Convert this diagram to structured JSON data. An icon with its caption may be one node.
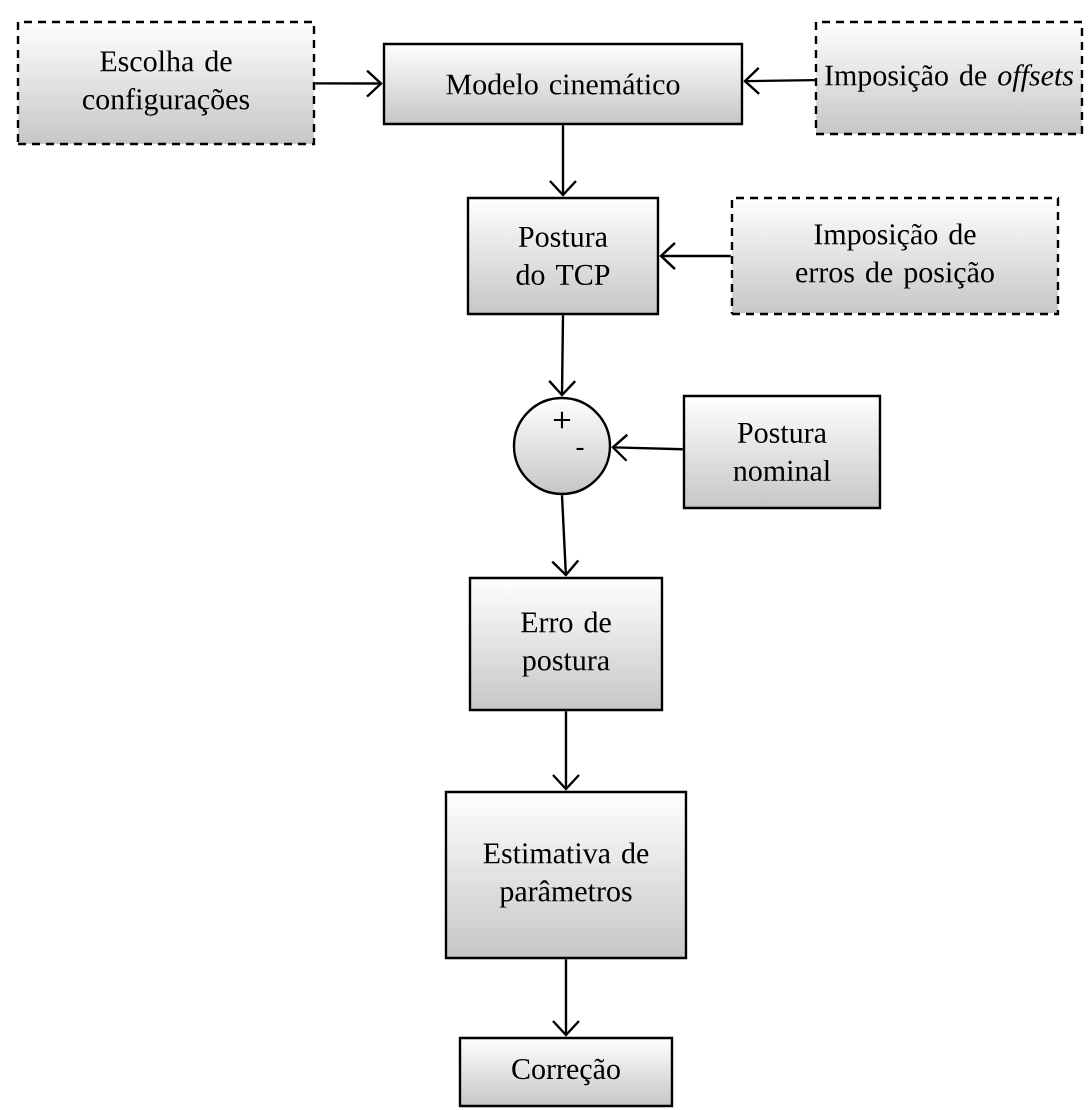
{
  "diagram": {
    "nodes": [
      {
        "text": [
          "Escolha de configurações"
        ]
      },
      {
        "text": [
          "Modelo cinemático"
        ]
      },
      {
        "text": [
          "Imposição de *offsets*"
        ]
      },
      {
        "text": [
          "Postura do TCP"
        ]
      },
      {
        "text": [
          "Imposição de erros de posição"
        ]
      },
      {
        "text": [
          "+",
          "-"
        ]
      },
      {
        "text": [
          "Postura nominal"
        ]
      },
      {
        "text": [
          "Erro de postura"
        ]
      },
      {
        "text": [
          "Estimativa de parâmetros"
        ]
      },
      {
        "text": [
          "Correção"
        ]
      }
    ],
    "edges": [
      {
        "from": 0,
        "to": 1,
        "arrow": "to"
      },
      {
        "from": 2,
        "to": 1,
        "arrow": "to"
      },
      {
        "from": 1,
        "to": 3,
        "arrow": "to"
      },
      {
        "from": 4,
        "to": 3,
        "arrow": "to"
      },
      {
        "from": 3,
        "to": 5,
        "arrow": "to"
      },
      {
        "from": 6,
        "to": 5,
        "arrow": "to"
      },
      {
        "from": 5,
        "to": 7,
        "arrow": "to"
      },
      {
        "from": 7,
        "to": 8,
        "arrow": "to"
      },
      {
        "from": 8,
        "to": 9,
        "arrow": "to"
      }
    ]
  }
}
